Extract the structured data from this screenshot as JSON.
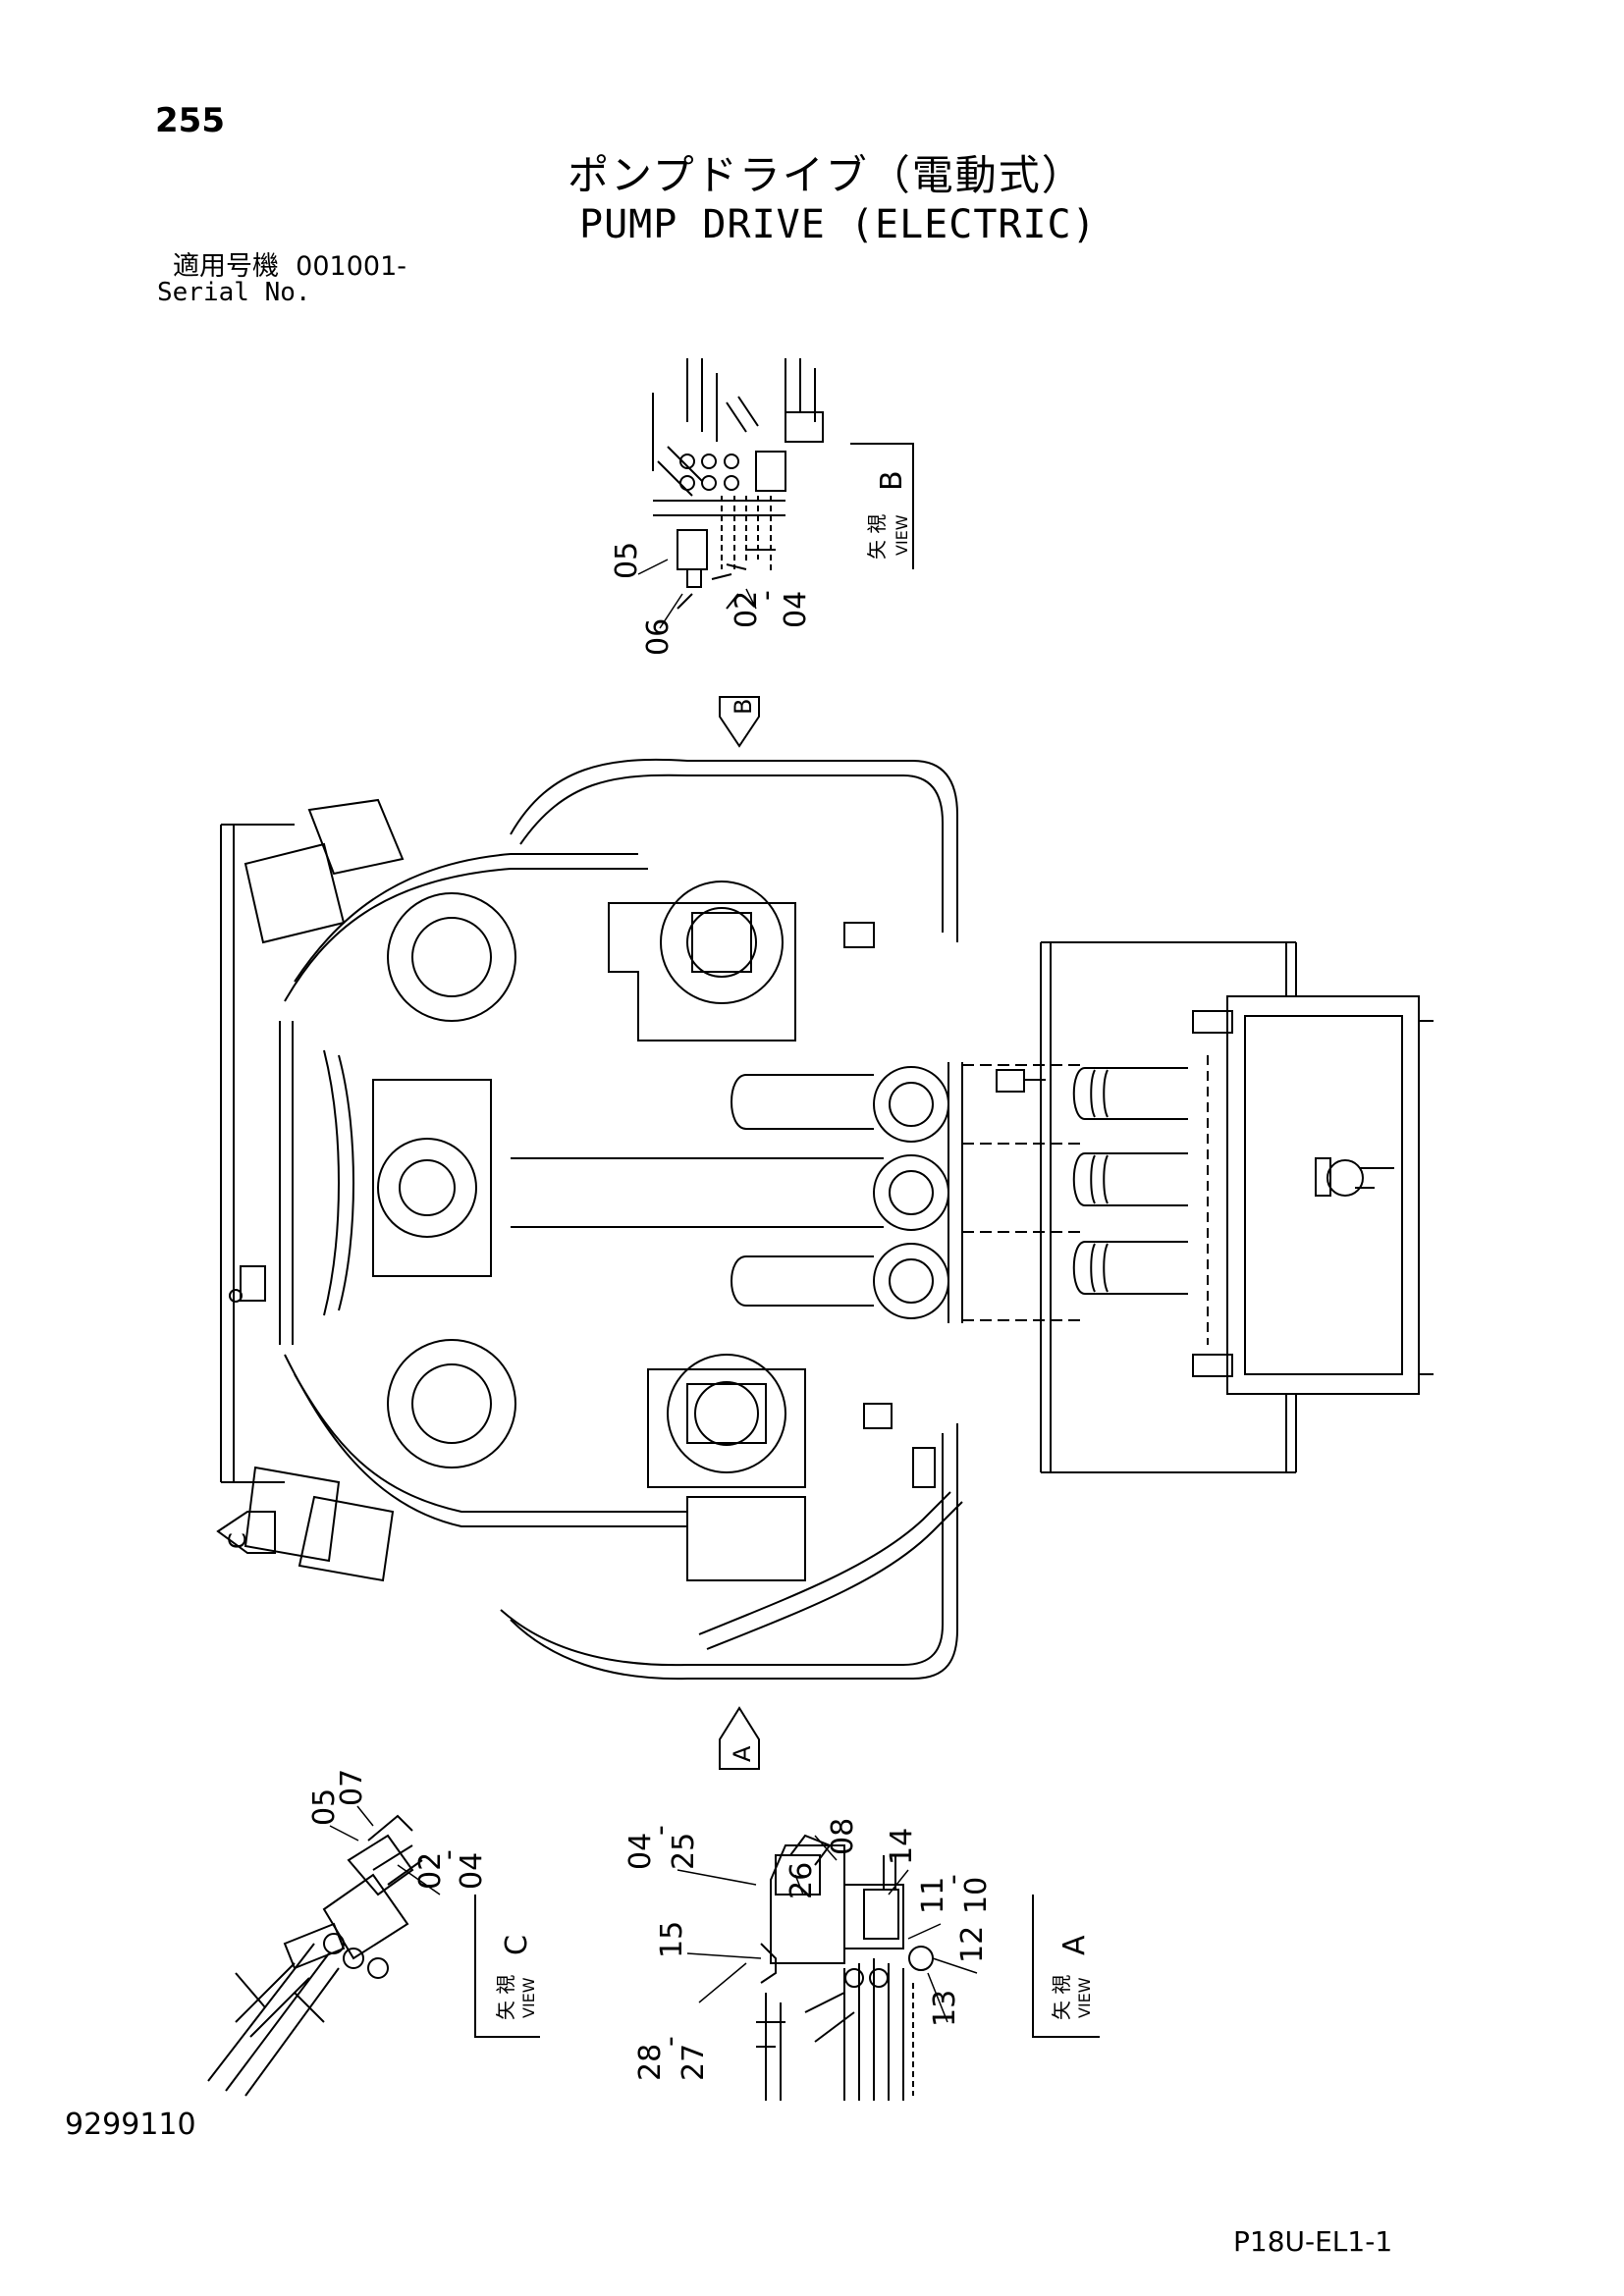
{
  "page": {
    "number": "255",
    "title_jp": "ポンプドライブ（電動式）",
    "title_en": "PUMP DRIVE (ELECTRIC)",
    "serial_label_jp": "適用号機",
    "serial_value": "001001-",
    "serial_label_en": "Serial No.",
    "doc_code": "9299110",
    "sheet_code": "P18U-EL1-1"
  },
  "views": {
    "view_a": {
      "kanji": "矢 視",
      "word": "VIEW",
      "letter": "A"
    },
    "view_b": {
      "kanji": "矢 視",
      "word": "VIEW",
      "letter": "B"
    },
    "view_c": {
      "kanji": "矢 視",
      "word": "VIEW",
      "letter": "C"
    }
  },
  "arrows": {
    "a": "A",
    "b": "B",
    "c": "C"
  },
  "callouts": {
    "b_05": "05",
    "b_06": "06",
    "b_02": "02",
    "b_dash": "-",
    "b_04": "04",
    "c_05": "05",
    "c_07": "07",
    "c_02": "02",
    "c_dash": "-",
    "c_04": "04",
    "a_04": "04",
    "a_dash1": "-",
    "a_25": "25",
    "a_08": "08",
    "a_26": "26",
    "a_14": "14",
    "a_11": "11",
    "a_dash2": "-",
    "a_10": "10",
    "a_15": "15",
    "a_12": "12",
    "a_13": "13",
    "a_28": "28",
    "a_dash3": "-",
    "a_27": "27"
  },
  "colors": {
    "ink": "#000000",
    "paper": "#ffffff"
  }
}
